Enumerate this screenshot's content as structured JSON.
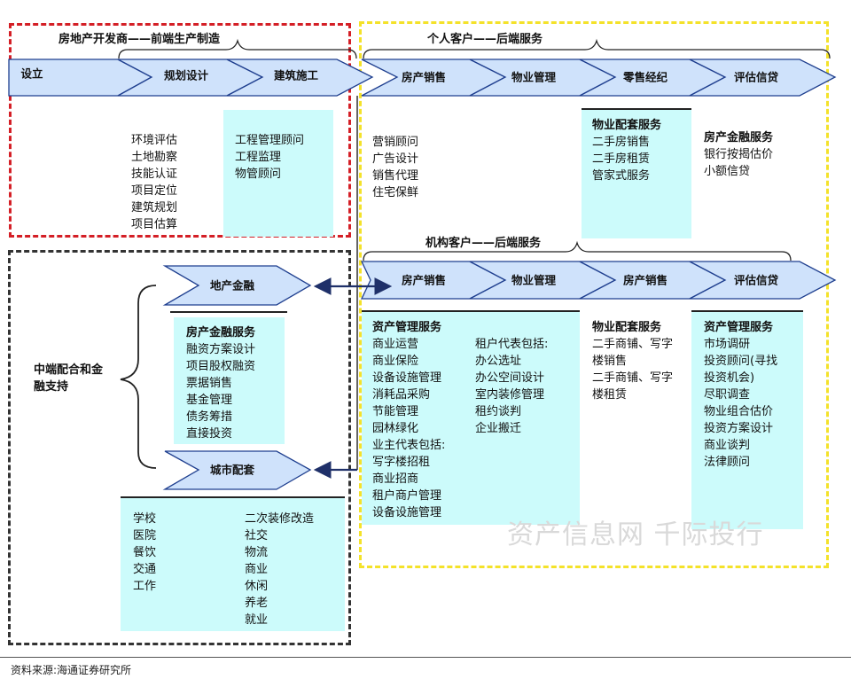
{
  "developer": {
    "title": "房地产开发商——前端生产制造",
    "stages": [
      "设立",
      "规划设计",
      "建筑施工"
    ],
    "left_list": [
      "环境评估",
      "土地勘察",
      "技能认证",
      "项目定位",
      "建筑规划",
      "项目估算"
    ],
    "right_list": [
      "工程管理顾问",
      "工程监理",
      "物管顾问"
    ]
  },
  "personal": {
    "title": "个人客户——后端服务",
    "stages": [
      "房产销售",
      "物业管理",
      "零售经纪",
      "评估信贷"
    ],
    "sales_list": [
      "营销顾问",
      "广告设计",
      "销售代理",
      "住宅保鲜"
    ],
    "property_service": {
      "title": "物业配套服务",
      "items": [
        "二手房销售",
        "二手房租赁",
        "管家式服务"
      ]
    },
    "finance_service": {
      "title": "房产金融服务",
      "items": [
        "银行按揭估价",
        "小额信贷"
      ]
    }
  },
  "institutional": {
    "title": "机构客户——后端服务",
    "stages": [
      "房产销售",
      "物业管理",
      "房产销售",
      "评估信贷"
    ],
    "asset_service": {
      "title": "资产管理服务",
      "col1": [
        "商业运营",
        "商业保险",
        "设备设施管理",
        "消耗品采购",
        "节能管理",
        "园林绿化",
        "业主代表包括:",
        "写字楼招租",
        "商业招商",
        "租户商户管理",
        "设备设施管理"
      ],
      "col2": [
        "租户代表包括:",
        "办公选址",
        "办公空间设计",
        "室内装修管理",
        "租约谈判",
        "企业搬迁"
      ]
    },
    "property_service": {
      "title": "物业配套服务",
      "items": [
        "二手商铺、写字",
        "楼销售",
        "二手商铺、写字",
        "楼租赁"
      ]
    },
    "asset_service2": {
      "title": "资产管理服务",
      "items": [
        "市场调研",
        "投资顾问(寻找",
        "投资机会)",
        "尽职调查",
        "物业组合估价",
        "投资方案设计",
        "商业谈判",
        "法律顾问"
      ]
    }
  },
  "middle": {
    "title_lines": [
      "中端配合和金",
      "融支持"
    ],
    "land_finance": "地产金融",
    "finance_service": {
      "title": "房产金融服务",
      "items": [
        "融资方案设计",
        "项目股权融资",
        "票据销售",
        "基金管理",
        "债务筹措",
        "直接投资"
      ]
    },
    "city_support": "城市配套",
    "city_col1": [
      "学校",
      "医院",
      "餐饮",
      "交通",
      "工作"
    ],
    "city_col2": [
      "二次装修改造",
      "社交",
      "物流",
      "商业",
      "休闲",
      "养老",
      "就业"
    ]
  },
  "watermark": "资产信息网 千际投行",
  "source": "资料来源:海通证券研究所",
  "colors": {
    "arrow_fill": "#cfe2fb",
    "arrow_stroke": "#1f3f8f",
    "cyan_box": "#ccfbfb",
    "red_border": "#d41f26",
    "yellow_border": "#f4e22a"
  }
}
